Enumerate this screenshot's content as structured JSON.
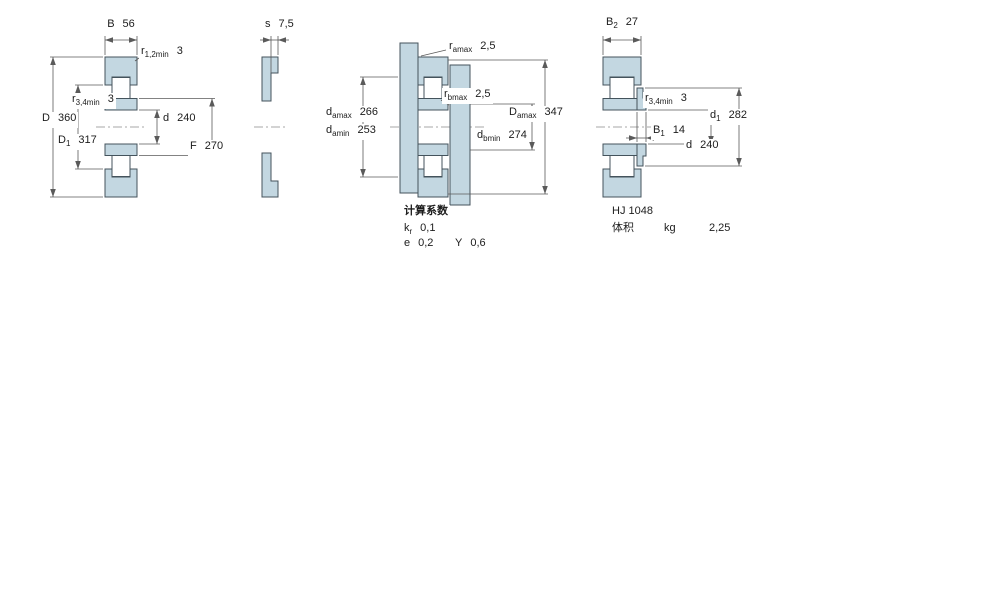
{
  "drawing": {
    "part_fill_color": "#c3d7e1",
    "outline_color": "#44535c",
    "dim_line_color": "#5a5a5a",
    "background_color": "#ffffff"
  },
  "fig1": {
    "b": {
      "sym": "B",
      "sub": "",
      "val": "56"
    },
    "r12": {
      "sym": "r",
      "sub": "1,2min",
      "val": "3"
    },
    "r34": {
      "sym": "r",
      "sub": "3,4min",
      "val": "3"
    },
    "D": {
      "sym": "D",
      "sub": "",
      "val": "360"
    },
    "D1": {
      "sym": "D",
      "sub": "1",
      "val": "317"
    },
    "d": {
      "sym": "d",
      "sub": "",
      "val": "240"
    },
    "F": {
      "sym": "F",
      "sub": "",
      "val": "270"
    }
  },
  "fig2": {
    "s": {
      "sym": "s",
      "sub": "",
      "val": "7,5"
    }
  },
  "fig3": {
    "ramax": {
      "sym": "r",
      "sub": "amax",
      "val": "2,5"
    },
    "rbmax": {
      "sym": "r",
      "sub": "bmax",
      "val": "2,5"
    },
    "damax": {
      "sym": "d",
      "sub": "amax",
      "val": "266"
    },
    "damin": {
      "sym": "d",
      "sub": "amin",
      "val": "253"
    },
    "Damax": {
      "sym": "D",
      "sub": "amax",
      "val": "347"
    },
    "dbmin": {
      "sym": "d",
      "sub": "bmin",
      "val": "274"
    },
    "calc_title": "计算系数",
    "kr": {
      "sym": "k",
      "sub": "r",
      "val": "0,1"
    },
    "e": {
      "sym": "e",
      "sub": "",
      "val": "0,2"
    },
    "Y": {
      "sym": "Y",
      "sub": "",
      "val": "0,6"
    }
  },
  "fig4": {
    "B2": {
      "sym": "B",
      "sub": "2",
      "val": "27"
    },
    "r34": {
      "sym": "r",
      "sub": "3,4min",
      "val": "3"
    },
    "d1": {
      "sym": "d",
      "sub": "1",
      "val": "282"
    },
    "B1": {
      "sym": "B",
      "sub": "1",
      "val": "14"
    },
    "d": {
      "sym": "d",
      "sub": "",
      "val": "240"
    },
    "designation": "HJ 1048",
    "mass_label": "体积",
    "mass_unit": "kg",
    "mass_value": "2,25"
  }
}
